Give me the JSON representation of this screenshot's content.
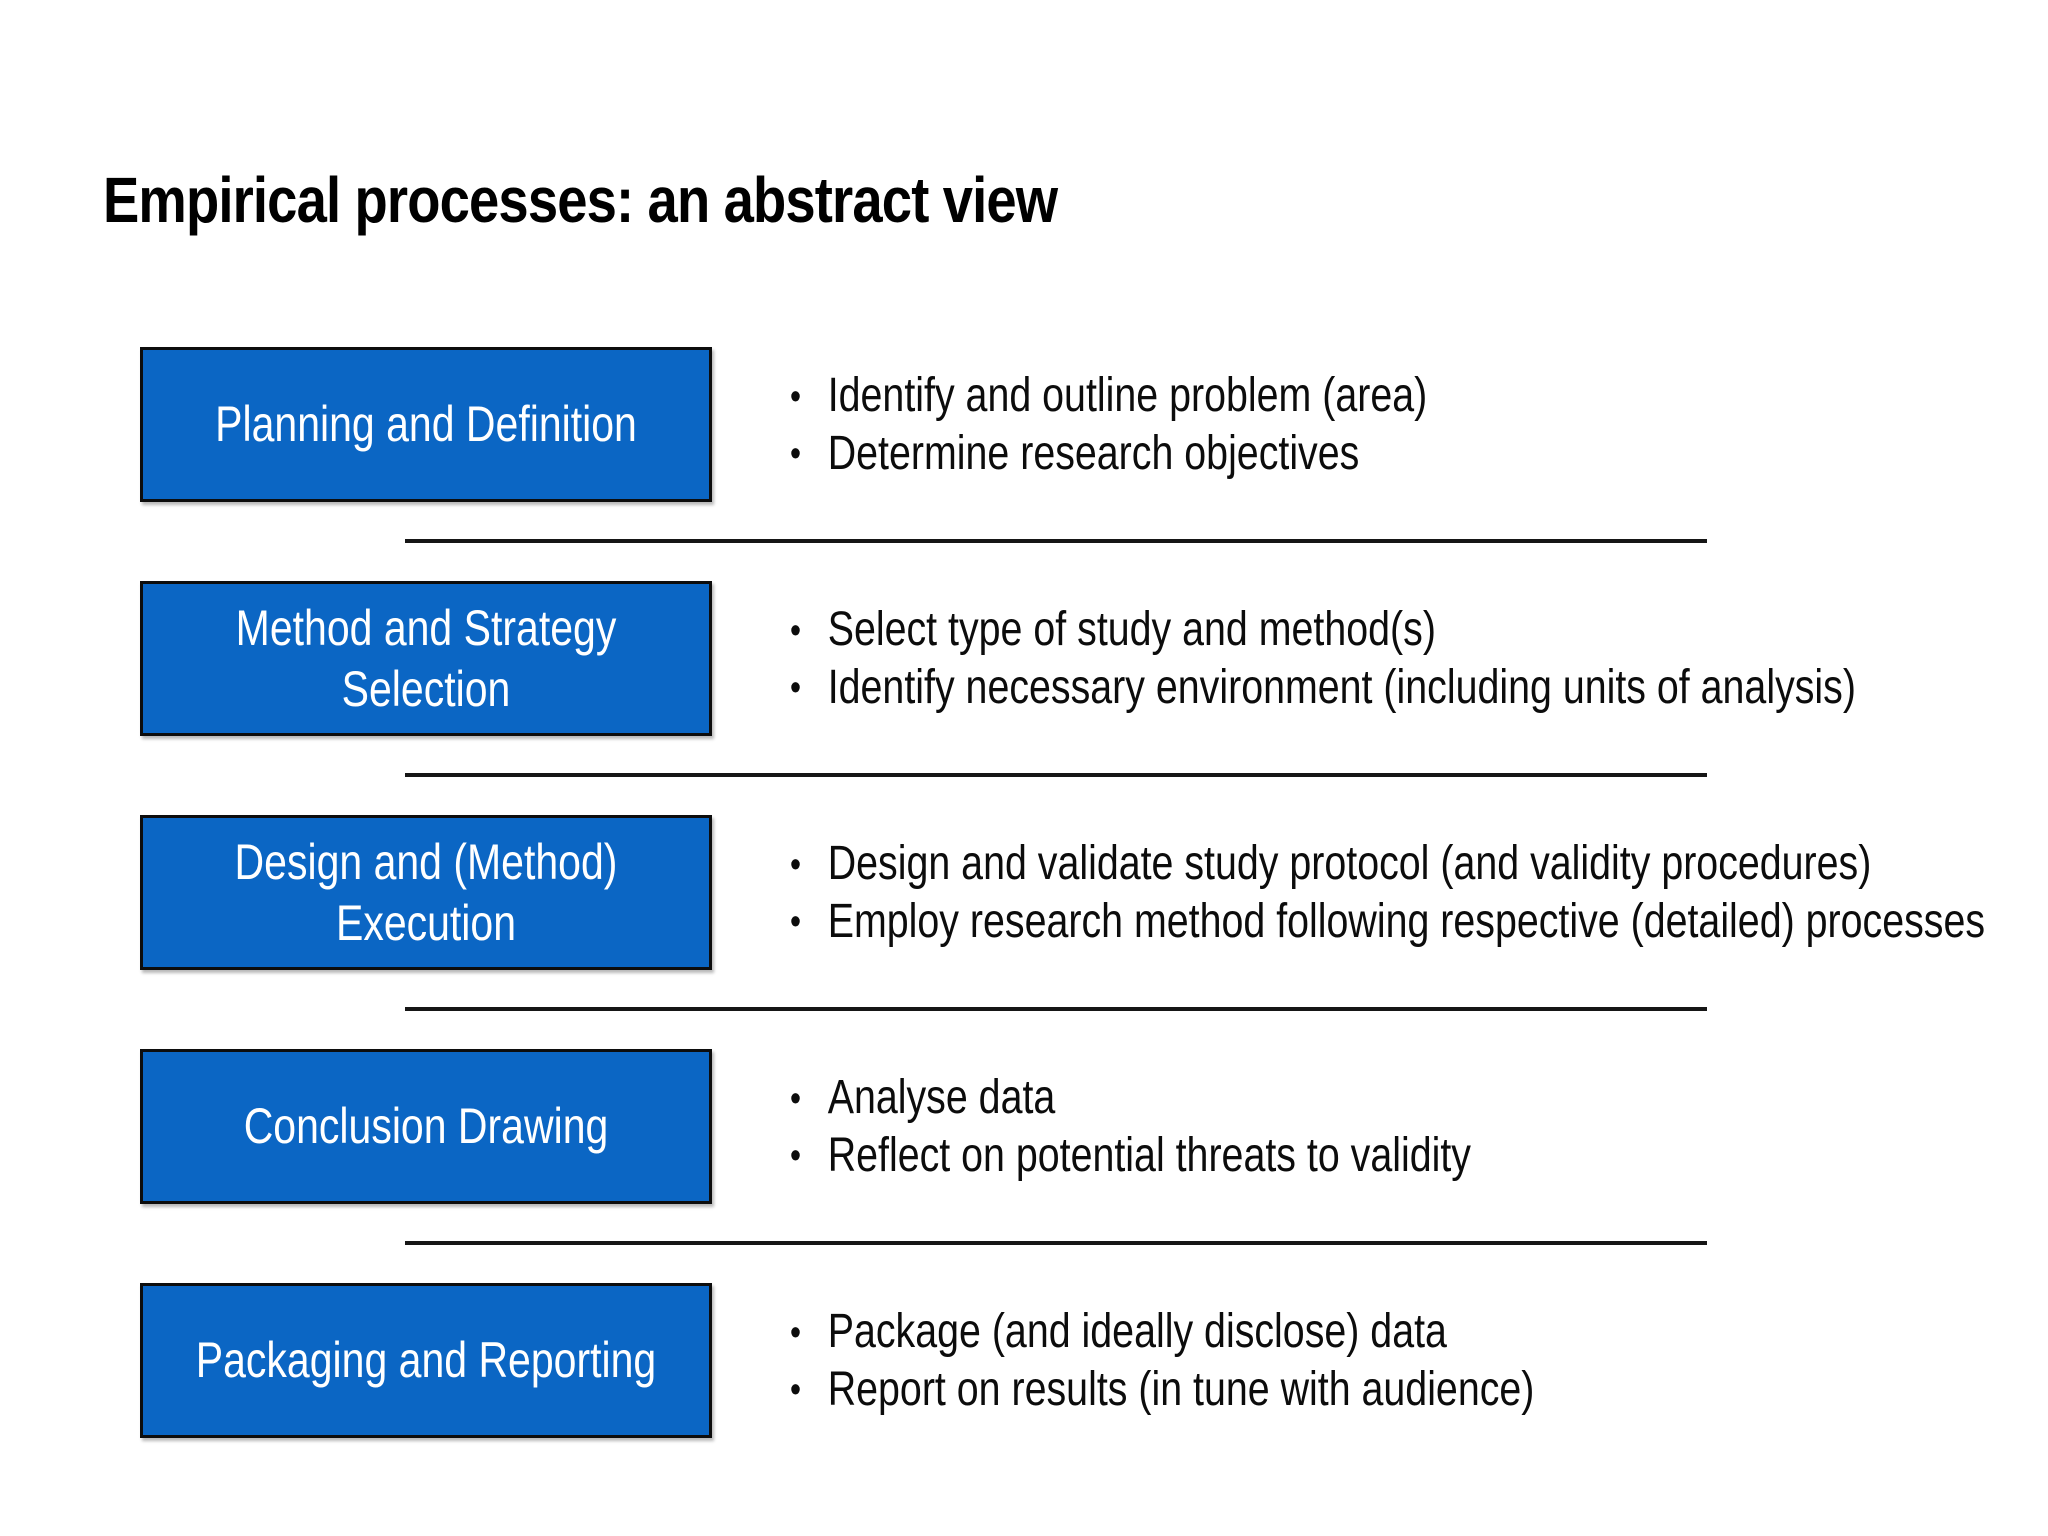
{
  "title": "Empirical processes: an abstract view",
  "colors": {
    "background": "#ffffff",
    "box_fill": "#0b66c4",
    "box_border": "#0d0d0d",
    "box_text": "#ffffff",
    "body_text": "#0c0c0c",
    "separator": "#161616"
  },
  "sections": [
    {
      "box_label": "Planning and Definition",
      "bullets": [
        "Identify and outline problem (area)",
        "Determine research objectives"
      ]
    },
    {
      "box_label": "Method and Strategy Selection",
      "bullets": [
        "Select type of study and method(s)",
        "Identify necessary environment (including units of analysis)"
      ]
    },
    {
      "box_label": "Design and (Method) Execution",
      "bullets": [
        "Design and validate study protocol (and validity procedures)",
        "Employ research method following respective (detailed) processes"
      ]
    },
    {
      "box_label": "Conclusion Drawing",
      "bullets": [
        "Analyse data",
        "Reflect on potential threats to validity"
      ]
    },
    {
      "box_label": "Packaging and Reporting",
      "bullets": [
        "Package (and ideally disclose) data",
        "Report on results (in tune with audience)"
      ]
    }
  ]
}
